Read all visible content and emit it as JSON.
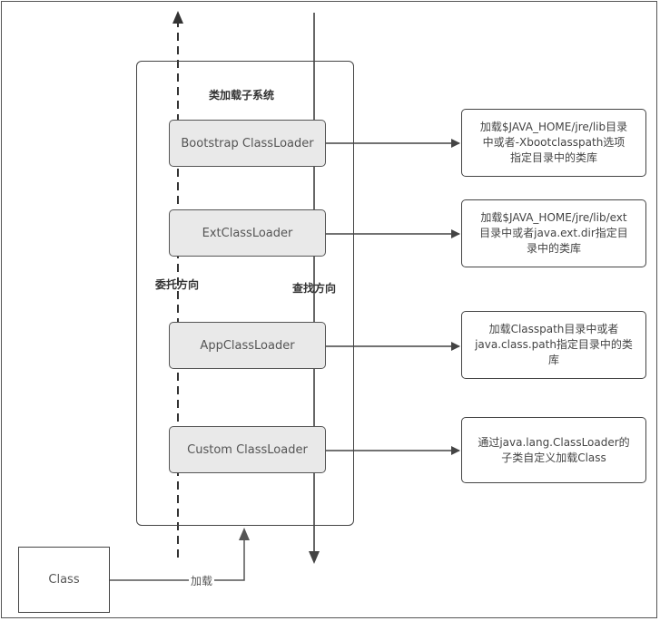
{
  "diagram": {
    "subsystem_title": "类加载子系统",
    "delegation_label": "委托方向",
    "search_label": "查找方向",
    "loaders": [
      {
        "name": "Bootstrap ClassLoader",
        "description": "加载$JAVA_HOME/jre/lib目录\n中或者-Xbootclasspath选项\n指定目录中的类库"
      },
      {
        "name": "ExtClassLoader",
        "description": "加载$JAVA_HOME/jre/lib/ext\n目录中或者java.ext.dir指定目\n录中的类库"
      },
      {
        "name": "AppClassLoader",
        "description": "加载Classpath目录中或者\njava.class.path指定目录中的类\n库"
      },
      {
        "name": "Custom ClassLoader",
        "description": "通过java.lang.ClassLoader的\n子类自定义加载Class"
      }
    ],
    "class_box": "Class",
    "load_edge_label": "加载"
  }
}
